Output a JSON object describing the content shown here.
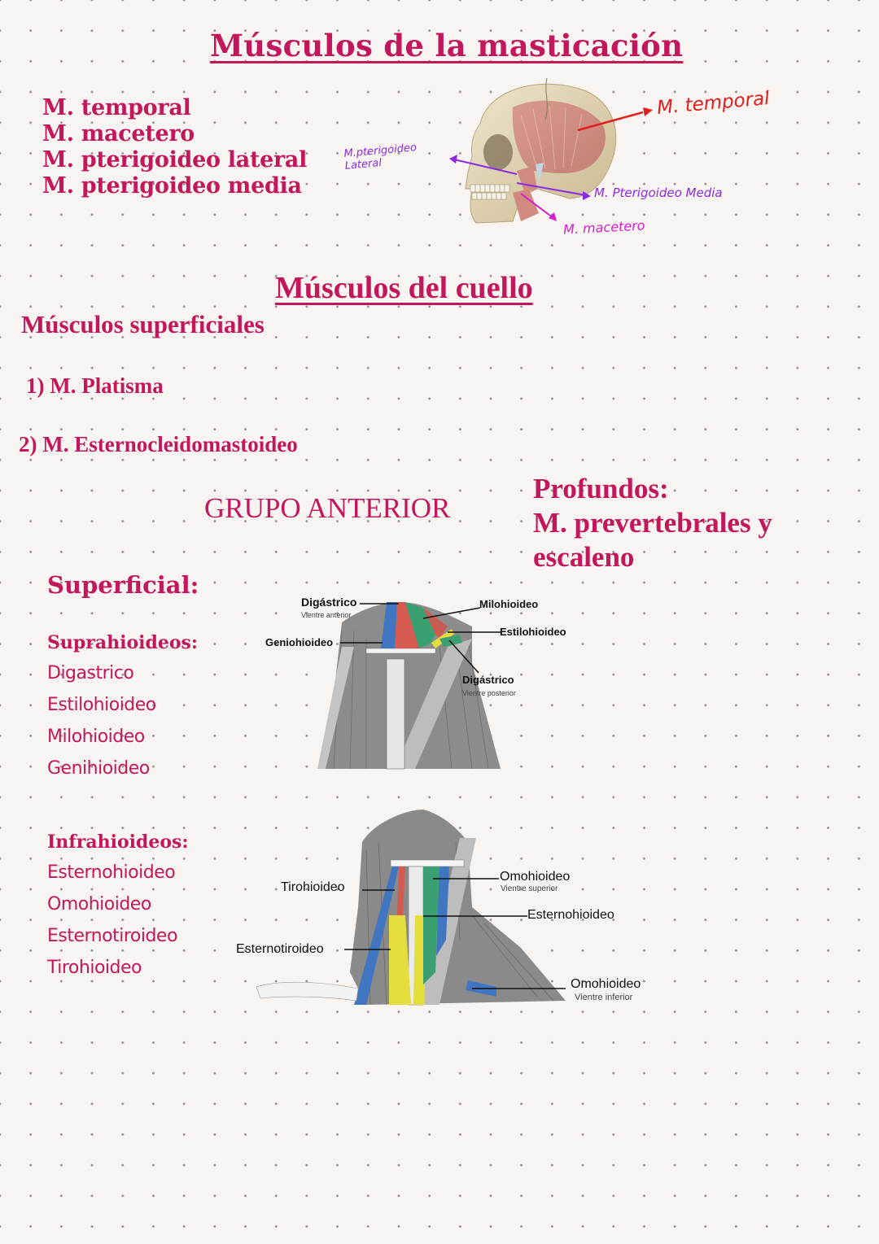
{
  "colors": {
    "accent": "#c2185b",
    "annotation_red": "#e0201f",
    "annotation_purple": "#8a2be2",
    "annotation_magenta": "#d21fd0",
    "background": "#f8f4f1",
    "grid_dot": "#9a9494"
  },
  "section_mastication": {
    "title": "Músculos de la masticación",
    "muscles": [
      "M. temporal",
      "M. macetero",
      "M. pterigoideo lateral",
      "M. pterigoideo media"
    ],
    "skull_figure": {
      "annotations": {
        "temporal": "M. temporal",
        "pterigoideo_lateral_line1": "M.pterigoideo",
        "pterigoideo_lateral_line2": "Lateral",
        "pterigoideo_media": "M. Pterigoideo Media",
        "macetero": "M. macetero"
      }
    }
  },
  "section_neck": {
    "title": "Músculos del cuello",
    "superficial_heading": "Músculos superficiales",
    "superficial_items": [
      "1) M. Platisma",
      "2) M. Esternocleidomastoideo"
    ],
    "group_heading": "GRUPO ANTERIOR",
    "deep": {
      "line1": "Profundos:",
      "line2": "M. prevertebrales y",
      "line3": "escaleno"
    },
    "superficial_label": "Superficial:",
    "suprahyoid": {
      "heading": "Suprahioideos:",
      "items": [
        "Digastrico",
        "Estilohioideo",
        "Milohioideo",
        "Genihioideo"
      ]
    },
    "infrahyoid": {
      "heading": "Infrahioideos:",
      "items": [
        "Esternohioideo",
        "Omohioideo",
        "Esternotiroideo",
        "Tirohioideo"
      ]
    },
    "suprahyoid_figure": {
      "labels": {
        "digastrico_ant": "Digástrico",
        "digastrico_ant_sub": "Vientre anterior",
        "milohioideo": "Milohioideo",
        "estilohioideo": "Estilohioideo",
        "geniohioideo": "Geniohioideo",
        "digastrico_post": "Digástrico",
        "digastrico_post_sub": "Vientre posterior"
      }
    },
    "infrahyoid_figure": {
      "labels": {
        "tirohioideo": "Tirohioideo",
        "omohioideo_sup": "Omohioideo",
        "omohioideo_sup_sub": "Vientre superior",
        "esternohioideo": "Esternohioideo",
        "esternotiroideo": "Esternotiroideo",
        "omohioideo_inf": "Omohioideo",
        "omohioideo_inf_sub": "Vientre inferior"
      }
    }
  }
}
